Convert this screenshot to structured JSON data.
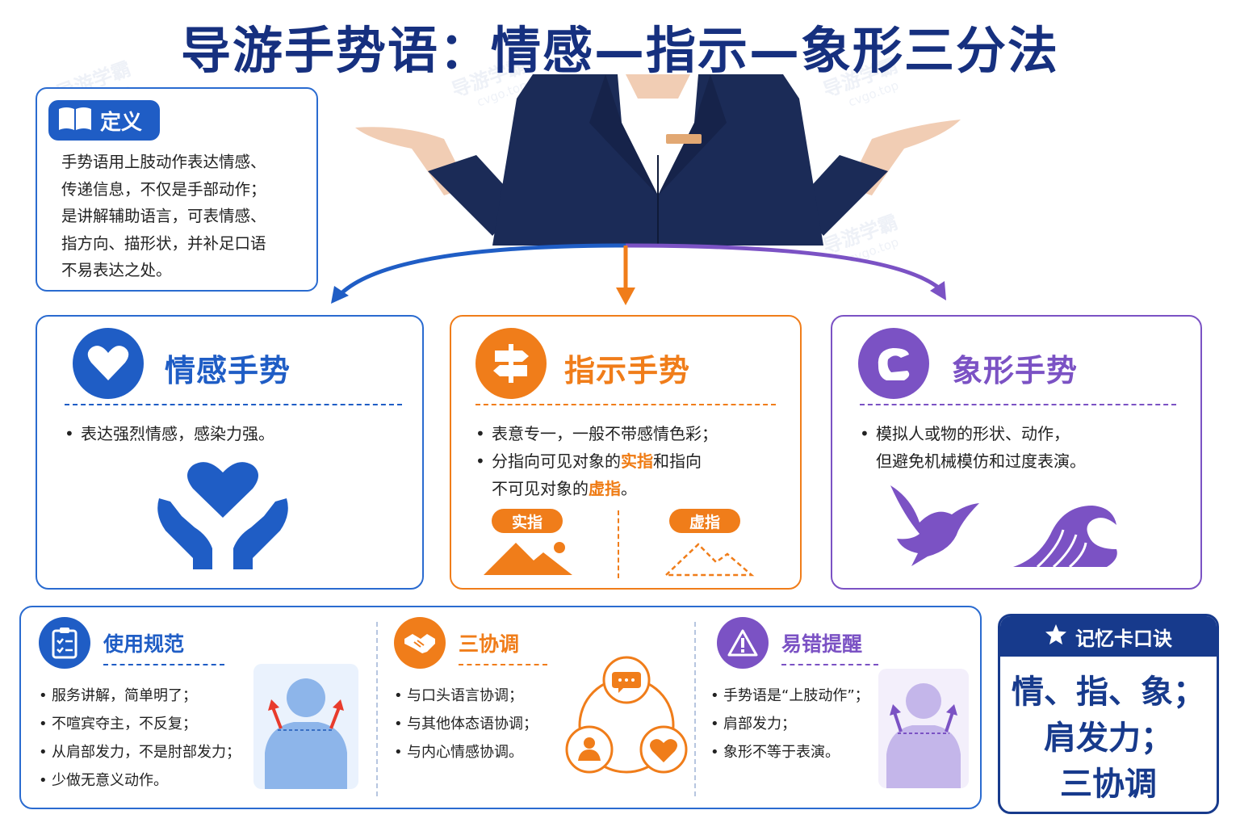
{
  "title": "导游手势语：情感—指示—象形三分法",
  "watermark": {
    "text": "导游学霸",
    "site": "cvgo.top"
  },
  "definition": {
    "tag": "定义",
    "lines": [
      "手势语用上肢动作表达情感、",
      "传递信息，不仅是手部动作；",
      "是讲解辅助语言，可表情感、",
      "指方向、描形状，并补足口语",
      "不易表达之处。"
    ]
  },
  "colors": {
    "blue": "#1f5dc5",
    "orange": "#f07d1a",
    "purple": "#7b52c4",
    "navy": "#173a8c"
  },
  "cards": {
    "emotion": {
      "title": "情感手势",
      "bullets": [
        "表达强烈情感，感染力强。"
      ]
    },
    "direction": {
      "title": "指示手势",
      "b1": "表意专一，一般不带感情色彩；",
      "b2_pre": "分指向可见对象的",
      "b2_hl": "实指",
      "b2_post": "和指向",
      "b3_pre": "不可见对象的",
      "b3_hl": "虚指",
      "b3_post": "。",
      "pill_real": "实指",
      "pill_virtual": "虚指"
    },
    "pictographic": {
      "title": "象形手势",
      "lines": [
        "模拟人或物的形状、动作，",
        "但避免机械模仿和过度表演。"
      ]
    }
  },
  "bottom": {
    "usage": {
      "title": "使用规范",
      "items": [
        "服务讲解，简单明了；",
        "不喧宾夺主，不反复；",
        "从肩部发力，不是肘部发力；",
        "少做无意义动作。"
      ]
    },
    "coord": {
      "title": "三协调",
      "items": [
        "与口头语言协调；",
        "与其他体态语协调；",
        "与内心情感协调。"
      ]
    },
    "mistakes": {
      "title": "易错提醒",
      "items": [
        "手势语是“上肢动作”；",
        "肩部发力；",
        "象形不等于表演。"
      ]
    }
  },
  "memory": {
    "title": "记忆卡口诀",
    "lines": [
      "情、指、象；",
      "肩发力；",
      "三协调"
    ]
  }
}
